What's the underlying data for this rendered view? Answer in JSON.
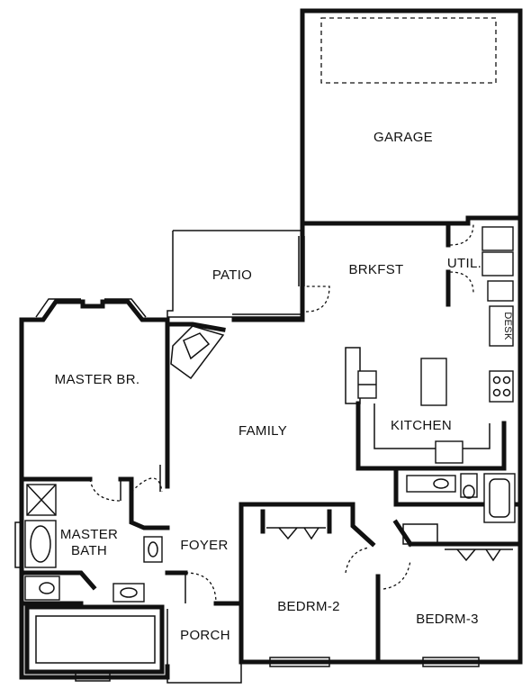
{
  "rooms": {
    "garage": "GARAGE",
    "patio": "PATIO",
    "brkfst": "BRKFST",
    "util": "UTIL.",
    "desk": "DESK",
    "master_br": "MASTER BR.",
    "family": "FAMILY",
    "kitchen": "KITCHEN",
    "master_bath_line1": "MASTER",
    "master_bath_line2": "BATH",
    "foyer": "FOYER",
    "bedrm2": "BEDRM-2",
    "bedrm3": "BEDRM-3",
    "porch": "PORCH"
  }
}
